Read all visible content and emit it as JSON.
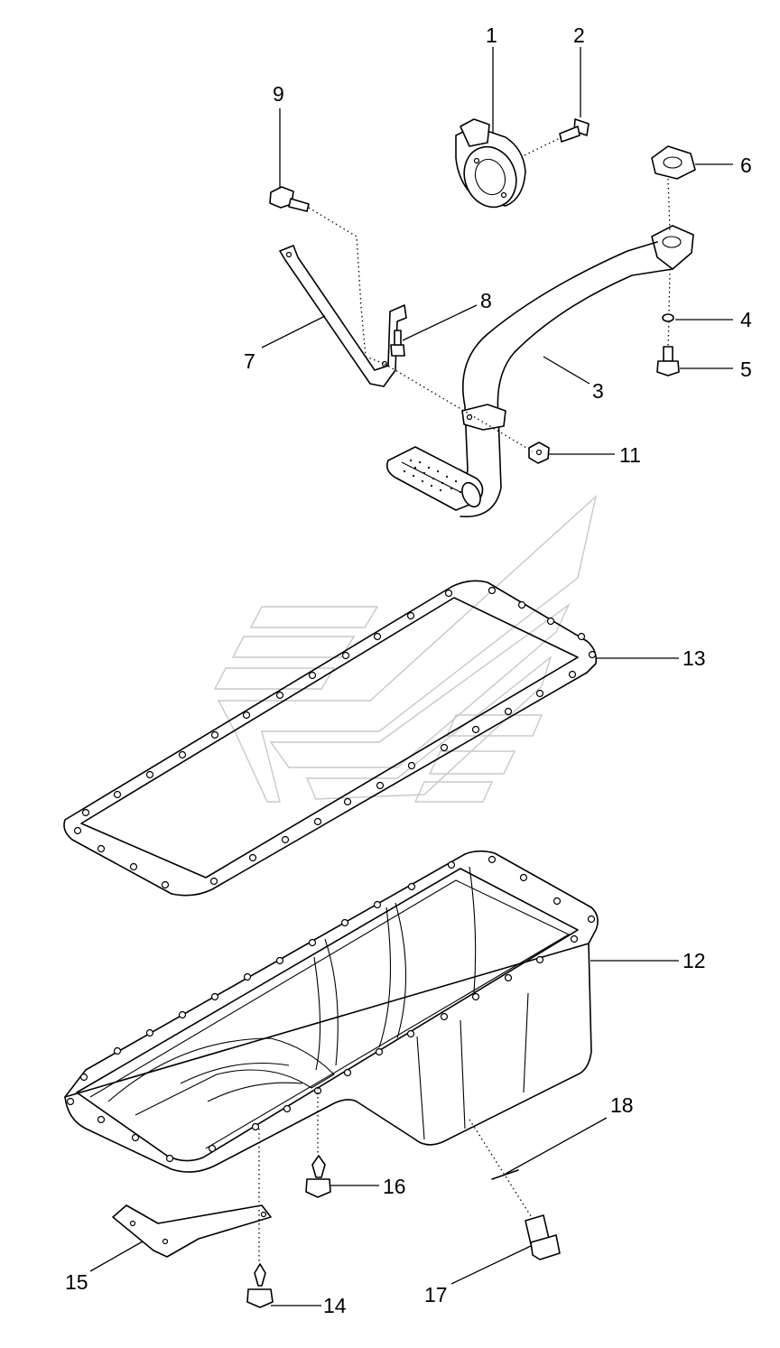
{
  "callouts": [
    {
      "id": "1",
      "label": "1"
    },
    {
      "id": "2",
      "label": "2"
    },
    {
      "id": "3",
      "label": "3"
    },
    {
      "id": "4",
      "label": "4"
    },
    {
      "id": "5",
      "label": "5"
    },
    {
      "id": "6",
      "label": "6"
    },
    {
      "id": "7",
      "label": "7"
    },
    {
      "id": "8",
      "label": "8"
    },
    {
      "id": "9",
      "label": "9"
    },
    {
      "id": "11",
      "label": "11"
    },
    {
      "id": "12",
      "label": "12"
    },
    {
      "id": "13",
      "label": "13"
    },
    {
      "id": "14",
      "label": "14"
    },
    {
      "id": "15",
      "label": "15"
    },
    {
      "id": "16",
      "label": "16"
    },
    {
      "id": "17",
      "label": "17"
    },
    {
      "id": "18",
      "label": "18"
    }
  ],
  "colors": {
    "line": "#000000",
    "background": "#ffffff",
    "watermark": "#c8c8c8"
  }
}
